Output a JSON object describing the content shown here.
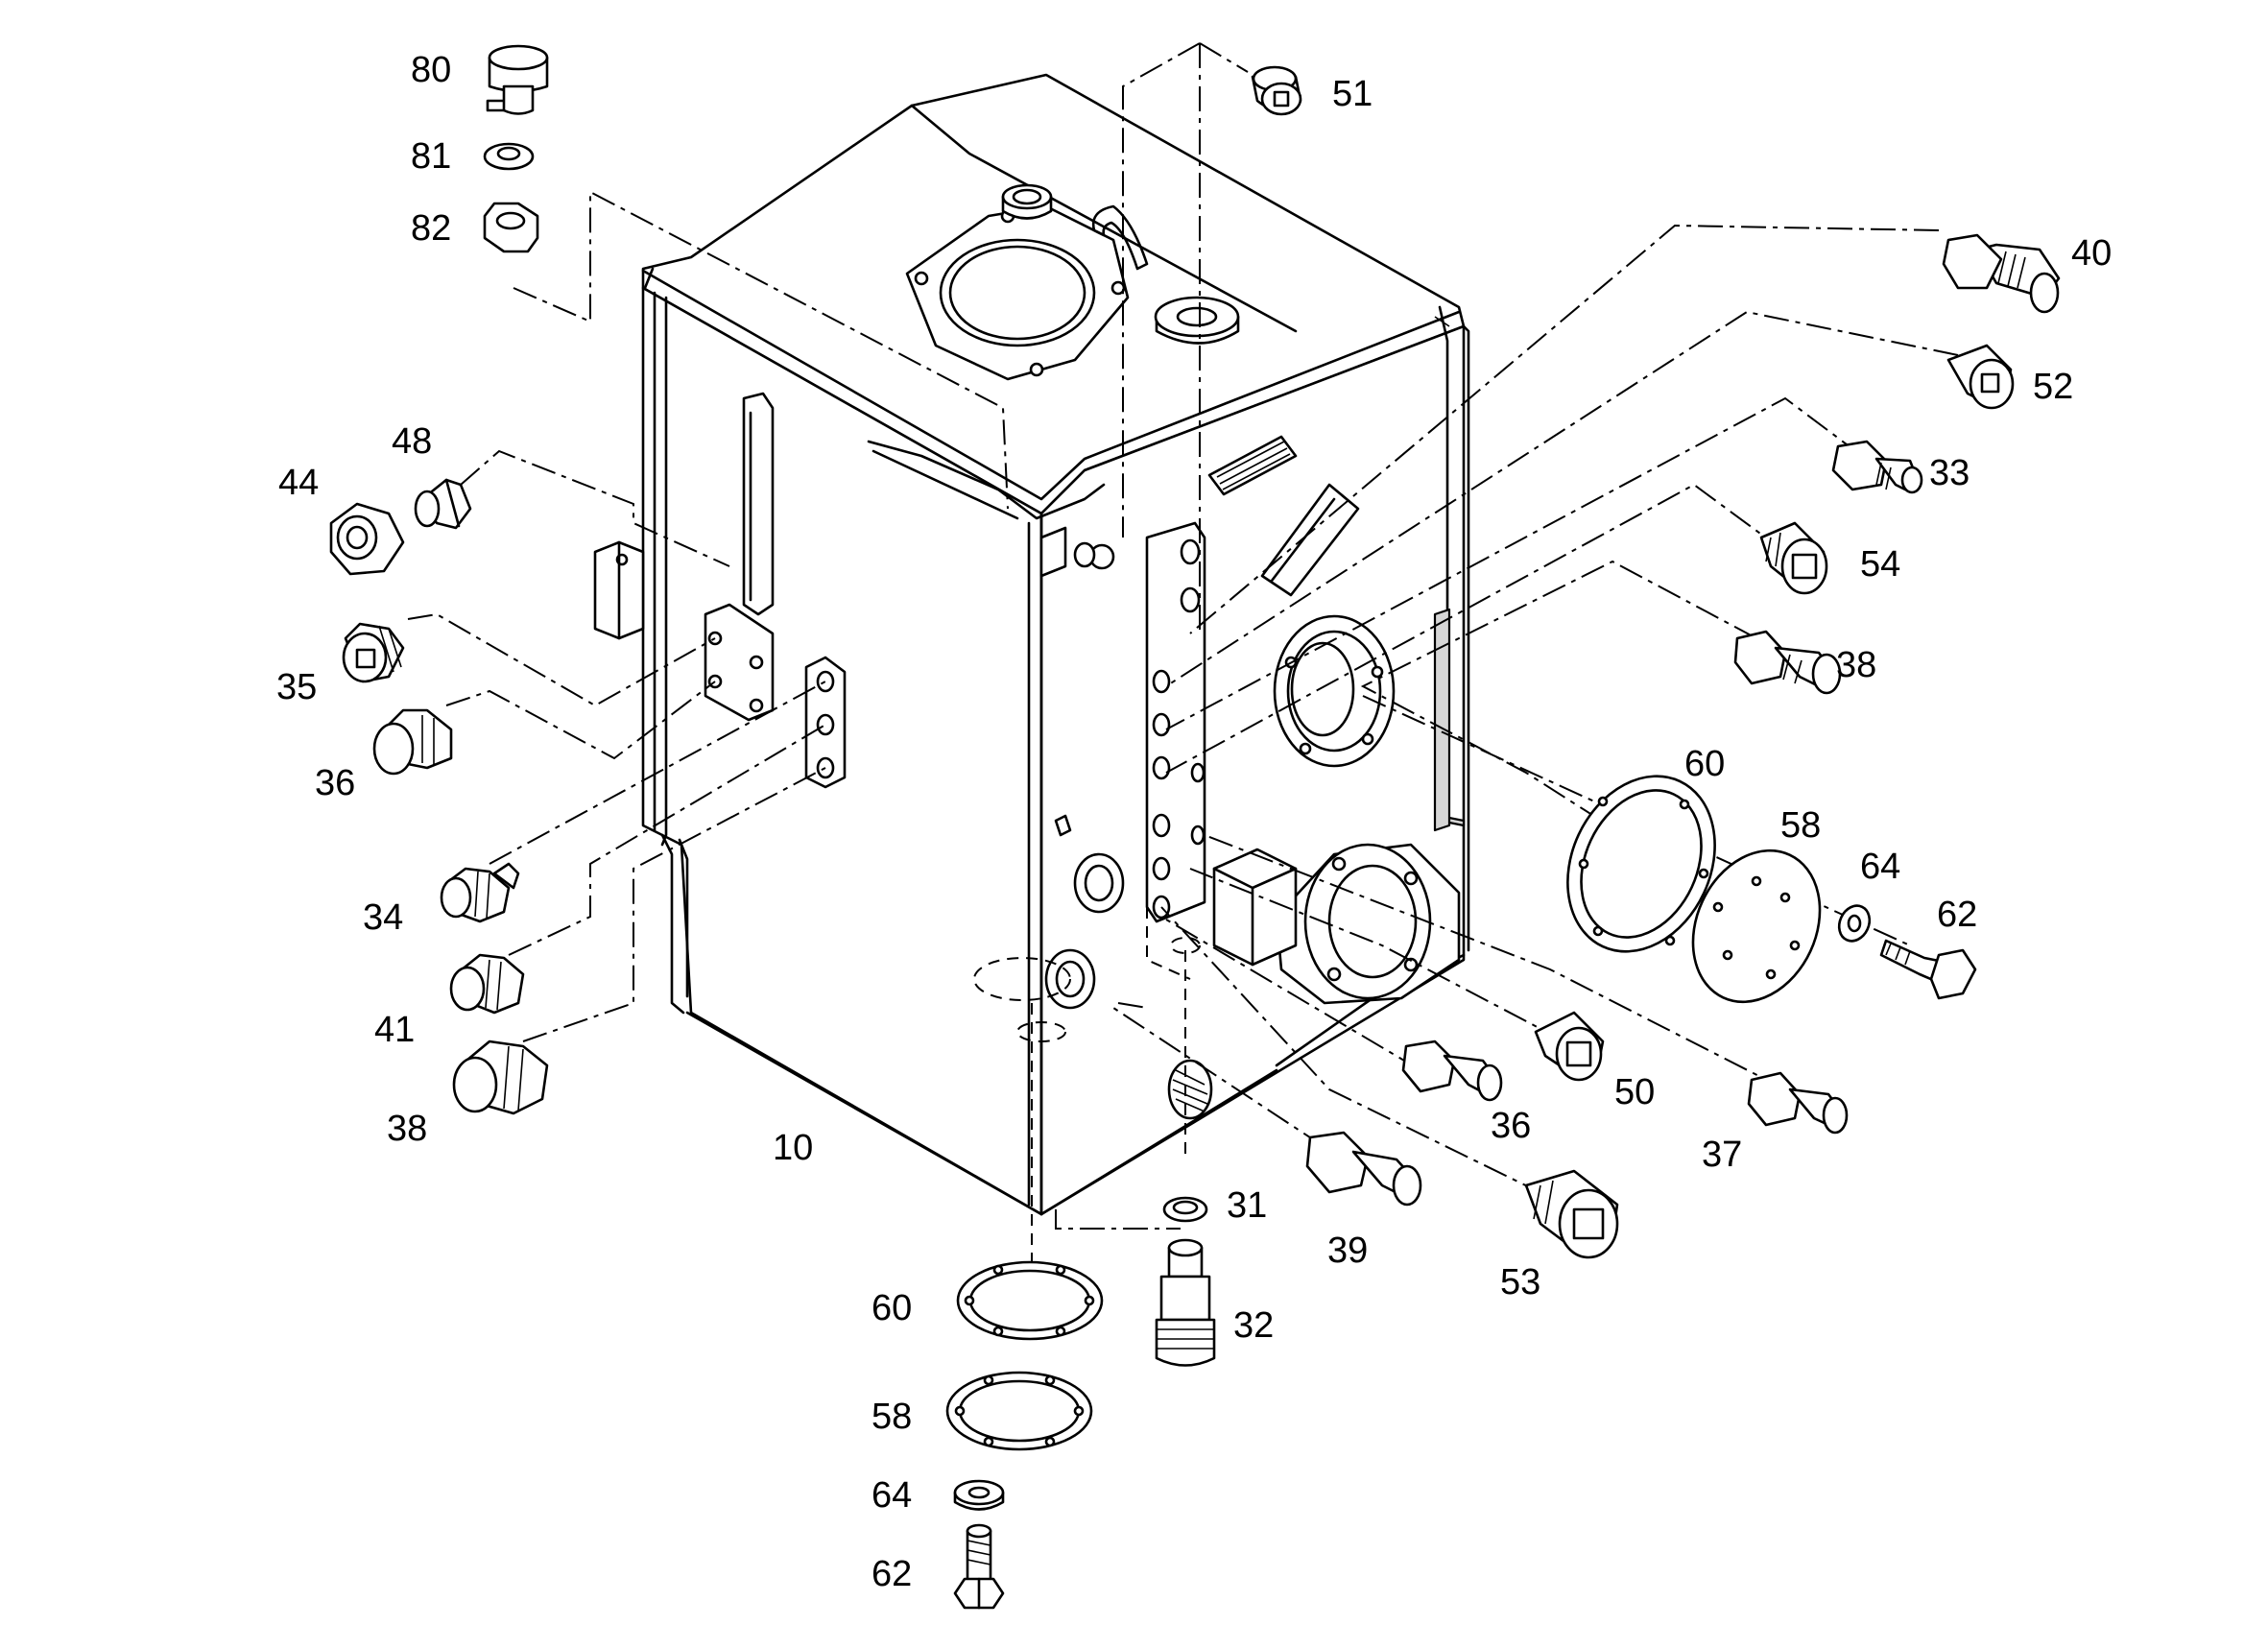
{
  "callouts": [
    {
      "id": "80",
      "text": "80"
    },
    {
      "id": "81",
      "text": "81"
    },
    {
      "id": "82",
      "text": "82"
    },
    {
      "id": "51",
      "text": "51"
    },
    {
      "id": "40",
      "text": "40"
    },
    {
      "id": "52",
      "text": "52"
    },
    {
      "id": "33",
      "text": "33"
    },
    {
      "id": "54",
      "text": "54"
    },
    {
      "id": "38a",
      "text": "38"
    },
    {
      "id": "60a",
      "text": "60"
    },
    {
      "id": "58a",
      "text": "58"
    },
    {
      "id": "64a",
      "text": "64"
    },
    {
      "id": "62a",
      "text": "62"
    },
    {
      "id": "48",
      "text": "48"
    },
    {
      "id": "44",
      "text": "44"
    },
    {
      "id": "35",
      "text": "35"
    },
    {
      "id": "36a",
      "text": "36"
    },
    {
      "id": "34",
      "text": "34"
    },
    {
      "id": "41",
      "text": "41"
    },
    {
      "id": "38b",
      "text": "38"
    },
    {
      "id": "10",
      "text": "10"
    },
    {
      "id": "36b",
      "text": "36"
    },
    {
      "id": "50",
      "text": "50"
    },
    {
      "id": "37",
      "text": "37"
    },
    {
      "id": "31",
      "text": "31"
    },
    {
      "id": "39",
      "text": "39"
    },
    {
      "id": "53",
      "text": "53"
    },
    {
      "id": "32",
      "text": "32"
    },
    {
      "id": "60b",
      "text": "60"
    },
    {
      "id": "58b",
      "text": "58"
    },
    {
      "id": "64b",
      "text": "64"
    },
    {
      "id": "62b",
      "text": "62"
    }
  ]
}
